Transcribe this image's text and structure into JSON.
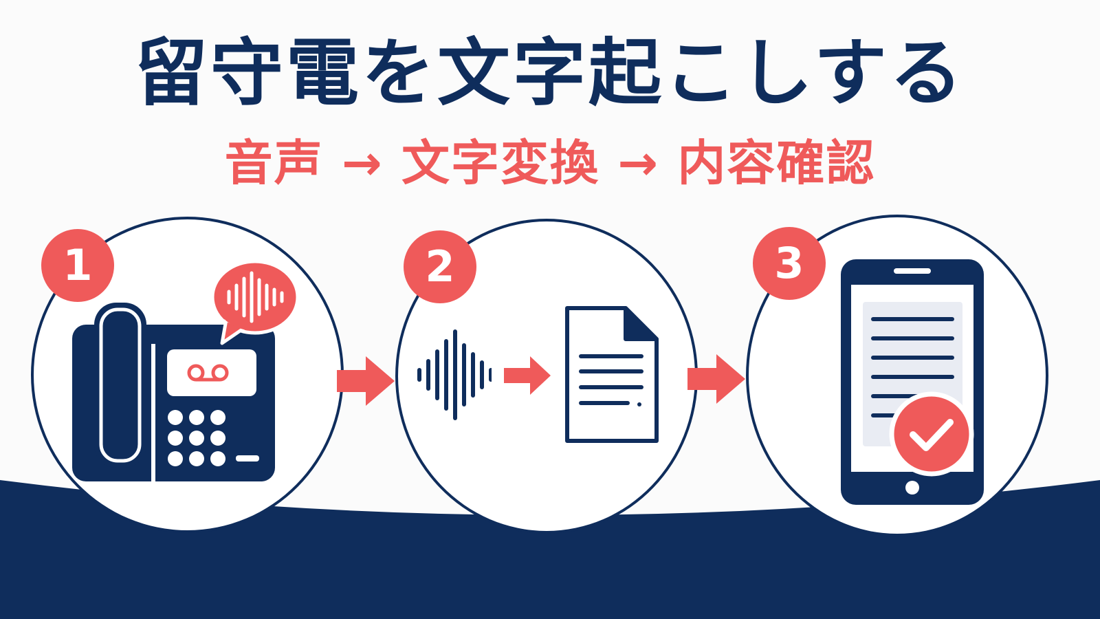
{
  "title": "留守電を文字起こしする",
  "subtitle": "音声 → 文字変換 → 内容確認",
  "colors": {
    "navy": "#0f2d5c",
    "accent": "#ef5a5a",
    "background": "#fbfbfb",
    "screen_light": "#e9ecf3"
  },
  "steps": [
    {
      "number": "1",
      "icon": "answering-machine-phone-icon",
      "extra_icon": "voice-message-bubble-icon"
    },
    {
      "number": "2",
      "icon": "sound-wave-icon",
      "extra_icon": "text-document-icon"
    },
    {
      "number": "3",
      "icon": "smartphone-transcript-icon",
      "extra_icon": "checkmark-badge-icon"
    }
  ],
  "arrows": [
    "arrow-right-icon",
    "arrow-right-icon",
    "arrow-right-icon"
  ]
}
